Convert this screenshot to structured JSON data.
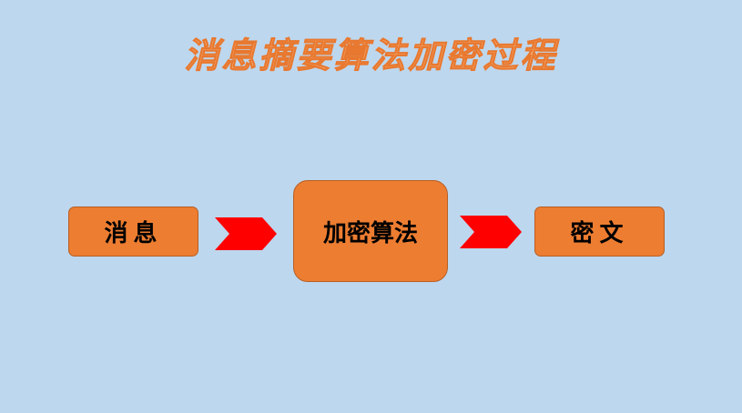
{
  "title": "消息摘要算法加密过程",
  "nodes": {
    "message": "消息",
    "algorithm": "加密算法",
    "ciphertext": "密文"
  },
  "colors": {
    "background": "#bdd7ee",
    "box_fill": "#ed7d31",
    "arrow_fill": "#ff0000",
    "title": "#f4a56a"
  },
  "icons": {
    "arrow": "chevron-right-arrow"
  }
}
